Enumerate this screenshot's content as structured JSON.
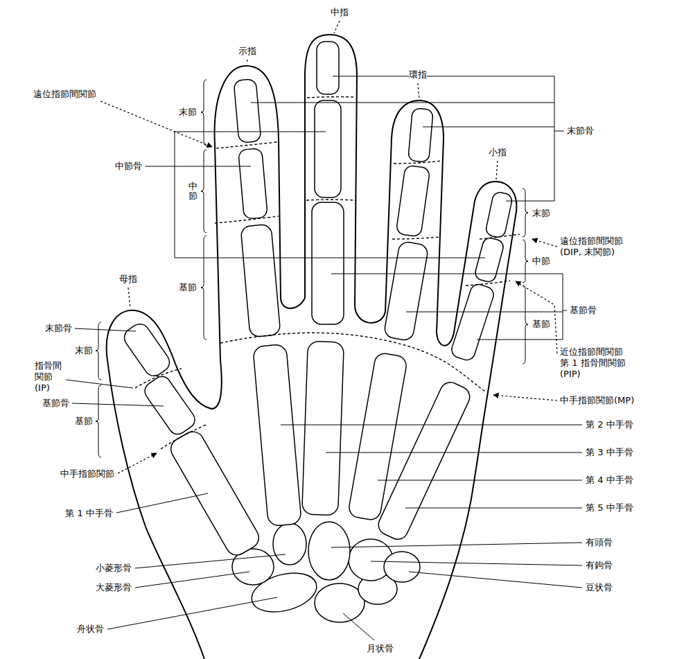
{
  "diagram": {
    "labels": [
      "中指",
      "示指",
      "環指",
      "遠位指節間関節",
      "末節",
      "末節骨",
      "中節骨",
      "中節",
      "小指",
      "末節",
      "遠位指節間関節 (DIP, 末関節)",
      "母指",
      "基節",
      "中節",
      "基節骨",
      "末節骨",
      "末節",
      "指骨間関節 (IP)",
      "基節骨",
      "近位指節間関節 第 1 指骨間関節(PIP)",
      "基節",
      "基節",
      "中手指節関節(MP)",
      "第 2 中手骨",
      "第 3 中手骨",
      "第 4 中手骨",
      "第 5 中手骨",
      "中手指節関節",
      "第 1 中手骨",
      "有頭骨",
      "小菱形骨",
      "有鉤骨",
      "大菱形骨",
      "豆状骨",
      "舟状骨",
      "月状骨"
    ]
  }
}
